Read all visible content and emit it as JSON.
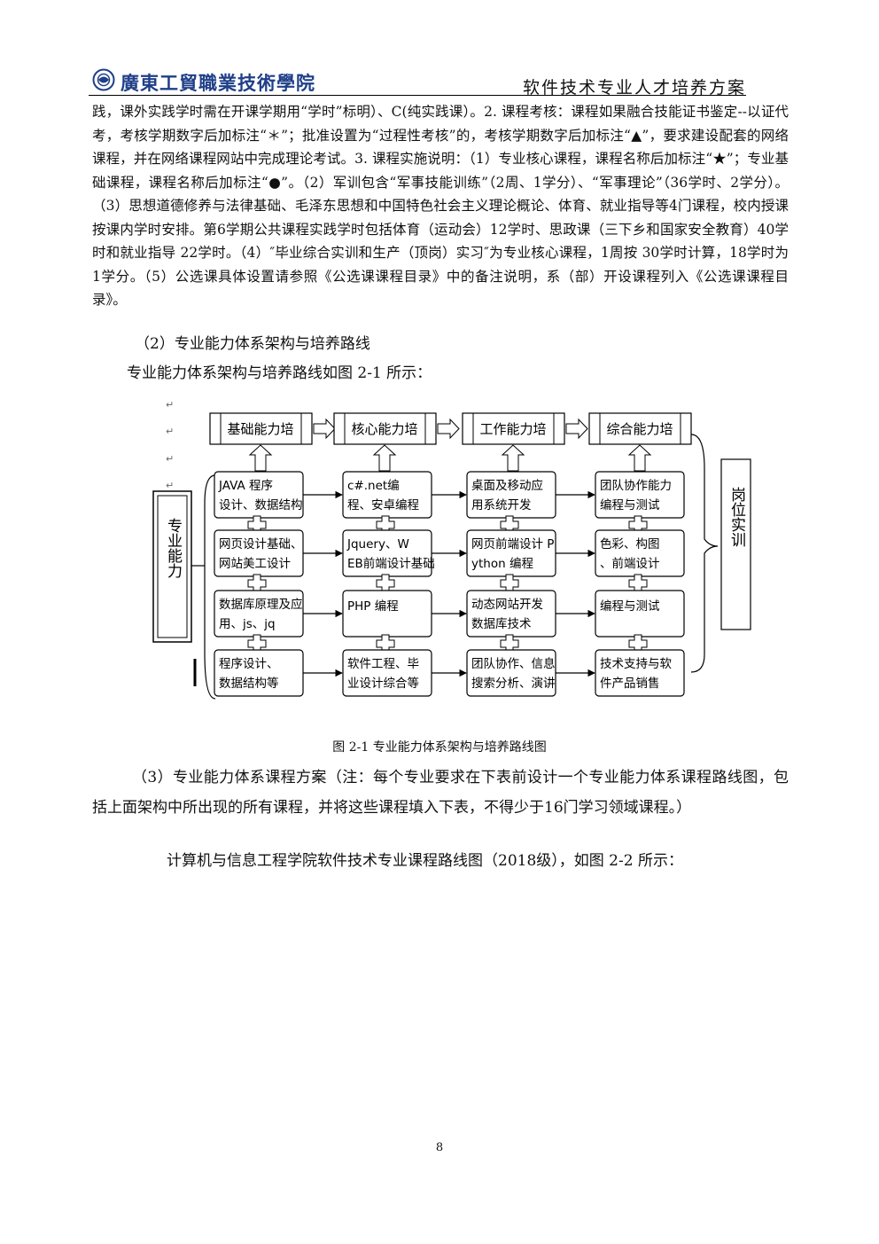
{
  "header": {
    "school": "廣東工貿職業技術學院",
    "doc_title": "软件技术专业人才培养方案"
  },
  "paragraph1": "践，课外实践学时需在开课学期用“学时”标明）、C(纯实践课）。2. 课程考核：课程如果融合技能证书鉴定--以证代考，考核学期数字后加标注“＊”；批准设置为“过程性考核”的，考核学期数字后加标注“▲”，要求建设配套的网络课程，并在网络课程网站中完成理论考试。3. 课程实施说明：（1）专业核心课程，课程名称后加标注“★”；专业基础课程，课程名称后加标注“●”。（2）军训包含“军事技能训练”（2周、1学分）、“军事理论”（36学时、2学分）。（3）思想道德修养与法律基础、毛泽东思想和中国特色社会主义理论概论、体育、就业指导等4门课程，校内授课按课内学时安排。第6学期公共课程实践学时包括体育（运动会）12学时、思政课（三下乡和国家安全教育）40学时和就业指导 22学时。（4）″毕业综合实训和生产（顶岗）实习″为专业核心课程，1周按 30学时计算，18学时为 1学分。（5）公选课具体设置请参照《公选课课程目录》中的备注说明，系（部）开设课程列入《公选课课程目录》。",
  "section2_heading": "（2）专业能力体系架构与培养路线",
  "section2_intro": "专业能力体系架构与培养路线如图 2-1 所示：",
  "diagram": {
    "top_boxes": [
      "基础能力培",
      "核心能力培",
      "工作能力培",
      "综合能力培"
    ],
    "left_label": "专业能力",
    "right_label": "岗位实训",
    "columns": [
      [
        "JAVA 程序设计、数据结构",
        "网页设计基础、网站美工设计",
        "数据库原理及应用、js、jq",
        "程序设计、数据结构等"
      ],
      [
        "c#.net编程、安卓编程",
        "Jquery、WEB前端设计基础",
        "PHP 编程",
        "软件工程、毕业设计综合等"
      ],
      [
        "桌面及移动应用系统开发",
        "网页前端设计 Python 编程",
        "动态网站开发数据库技术",
        "团队协作、信息搜索分析、演讲"
      ],
      [
        "团队协作能力编程与测试",
        "色彩、构图、前端设计",
        "编程与测试",
        "技术支持与软件产品销售"
      ]
    ]
  },
  "figure_caption": "图 2-1 专业能力体系架构与培养路线图",
  "section3_text": "（3）专业能力体系课程方案（注：每个专业要求在下表前设计一个专业能力体系课程路线图，包括上面架构中所出现的所有课程，并将这些课程填入下表，不得少于16门学习领域课程。）",
  "section3_follow": "计算机与信息工程学院软件技术专业课程路线图（2018级），如图 2-2 所示：",
  "page_number": "8"
}
